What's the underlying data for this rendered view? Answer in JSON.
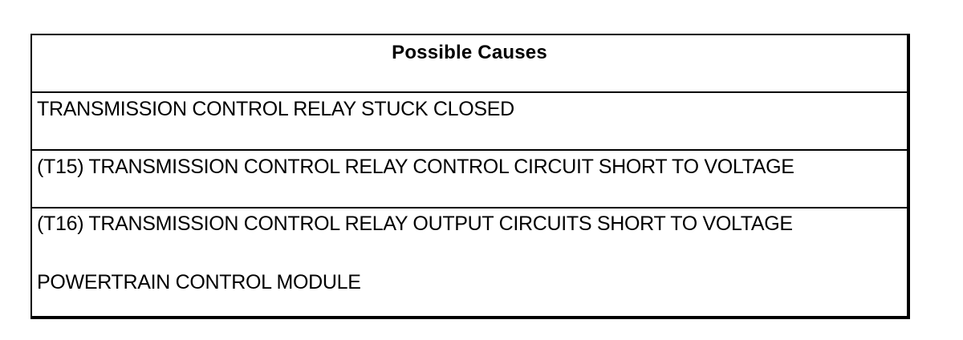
{
  "table": {
    "header": "Possible Causes",
    "rows": [
      "TRANSMISSION CONTROL RELAY STUCK CLOSED",
      "(T15) TRANSMISSION CONTROL RELAY CONTROL CIRCUIT SHORT TO VOLTAGE",
      "(T16) TRANSMISSION CONTROL RELAY OUTPUT CIRCUITS SHORT TO VOLTAGE",
      "POWERTRAIN CONTROL MODULE"
    ]
  }
}
